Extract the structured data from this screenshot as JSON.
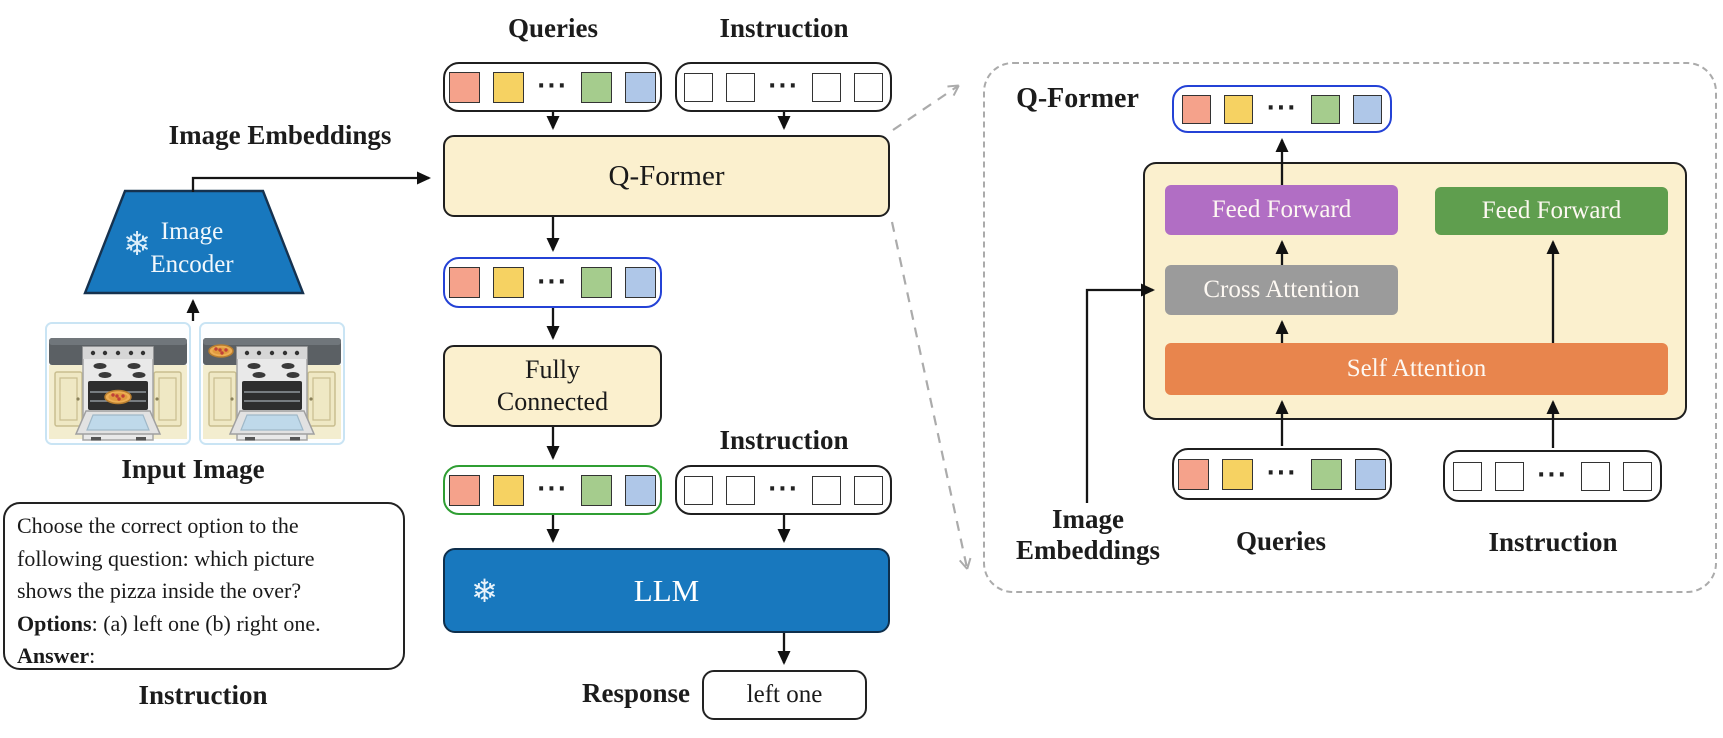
{
  "tokens": {
    "query_colors": [
      "#F5A28B",
      "#F6D262",
      "#A5CC8D",
      "#AFC7E8"
    ],
    "blank_fill": "#ffffff",
    "ellipsis": "···"
  },
  "left": {
    "image_embeddings_label": "Image Embeddings",
    "encoder": {
      "line1": "Image",
      "line2": "Encoder",
      "snowflake": "❄"
    },
    "input_image_label": "Input Image",
    "instruction_caption": "Instruction",
    "instruction_box": {
      "lines": [
        {
          "b": "",
          "t": "Choose the correct option to the"
        },
        {
          "b": "",
          "t": "following question: which picture"
        },
        {
          "b": "",
          "t": "shows the pizza inside the over?"
        },
        {
          "b": "Options",
          "t": ": (a) left one (b) right one."
        },
        {
          "b": "Answer",
          "t": ":"
        }
      ]
    }
  },
  "middle": {
    "queries_label": "Queries",
    "instruction_label_top": "Instruction",
    "qformer_label": "Q-Former",
    "fully_connected_line1": "Fully",
    "fully_connected_line2": "Connected",
    "instruction_label_mid": "Instruction",
    "llm_label": "LLM",
    "llm_snowflake": "❄",
    "response_label": "Response",
    "response_value": "left one"
  },
  "panel": {
    "title": "Q-Former",
    "feed_forward_left": "Feed Forward",
    "feed_forward_right": "Feed Forward",
    "cross_attention": "Cross Attention",
    "self_attention": "Self Attention",
    "image_embeddings_line1": "Image",
    "image_embeddings_line2": "Embeddings",
    "queries_label": "Queries",
    "instruction_label": "Instruction"
  },
  "colors": {
    "cream_box": "#FBF0CE",
    "frozen_blue": "#1878BE",
    "feed_forward_purple": "#B16EC4",
    "feed_forward_green": "#5F9E4E",
    "cross_attention_gray": "#9B9B9B",
    "self_attention_orange": "#E8854D",
    "query_strip_blue_border": "#2442D6",
    "query_strip_green_border": "#2F9E33",
    "dashed_gray": "#ABABAB"
  }
}
